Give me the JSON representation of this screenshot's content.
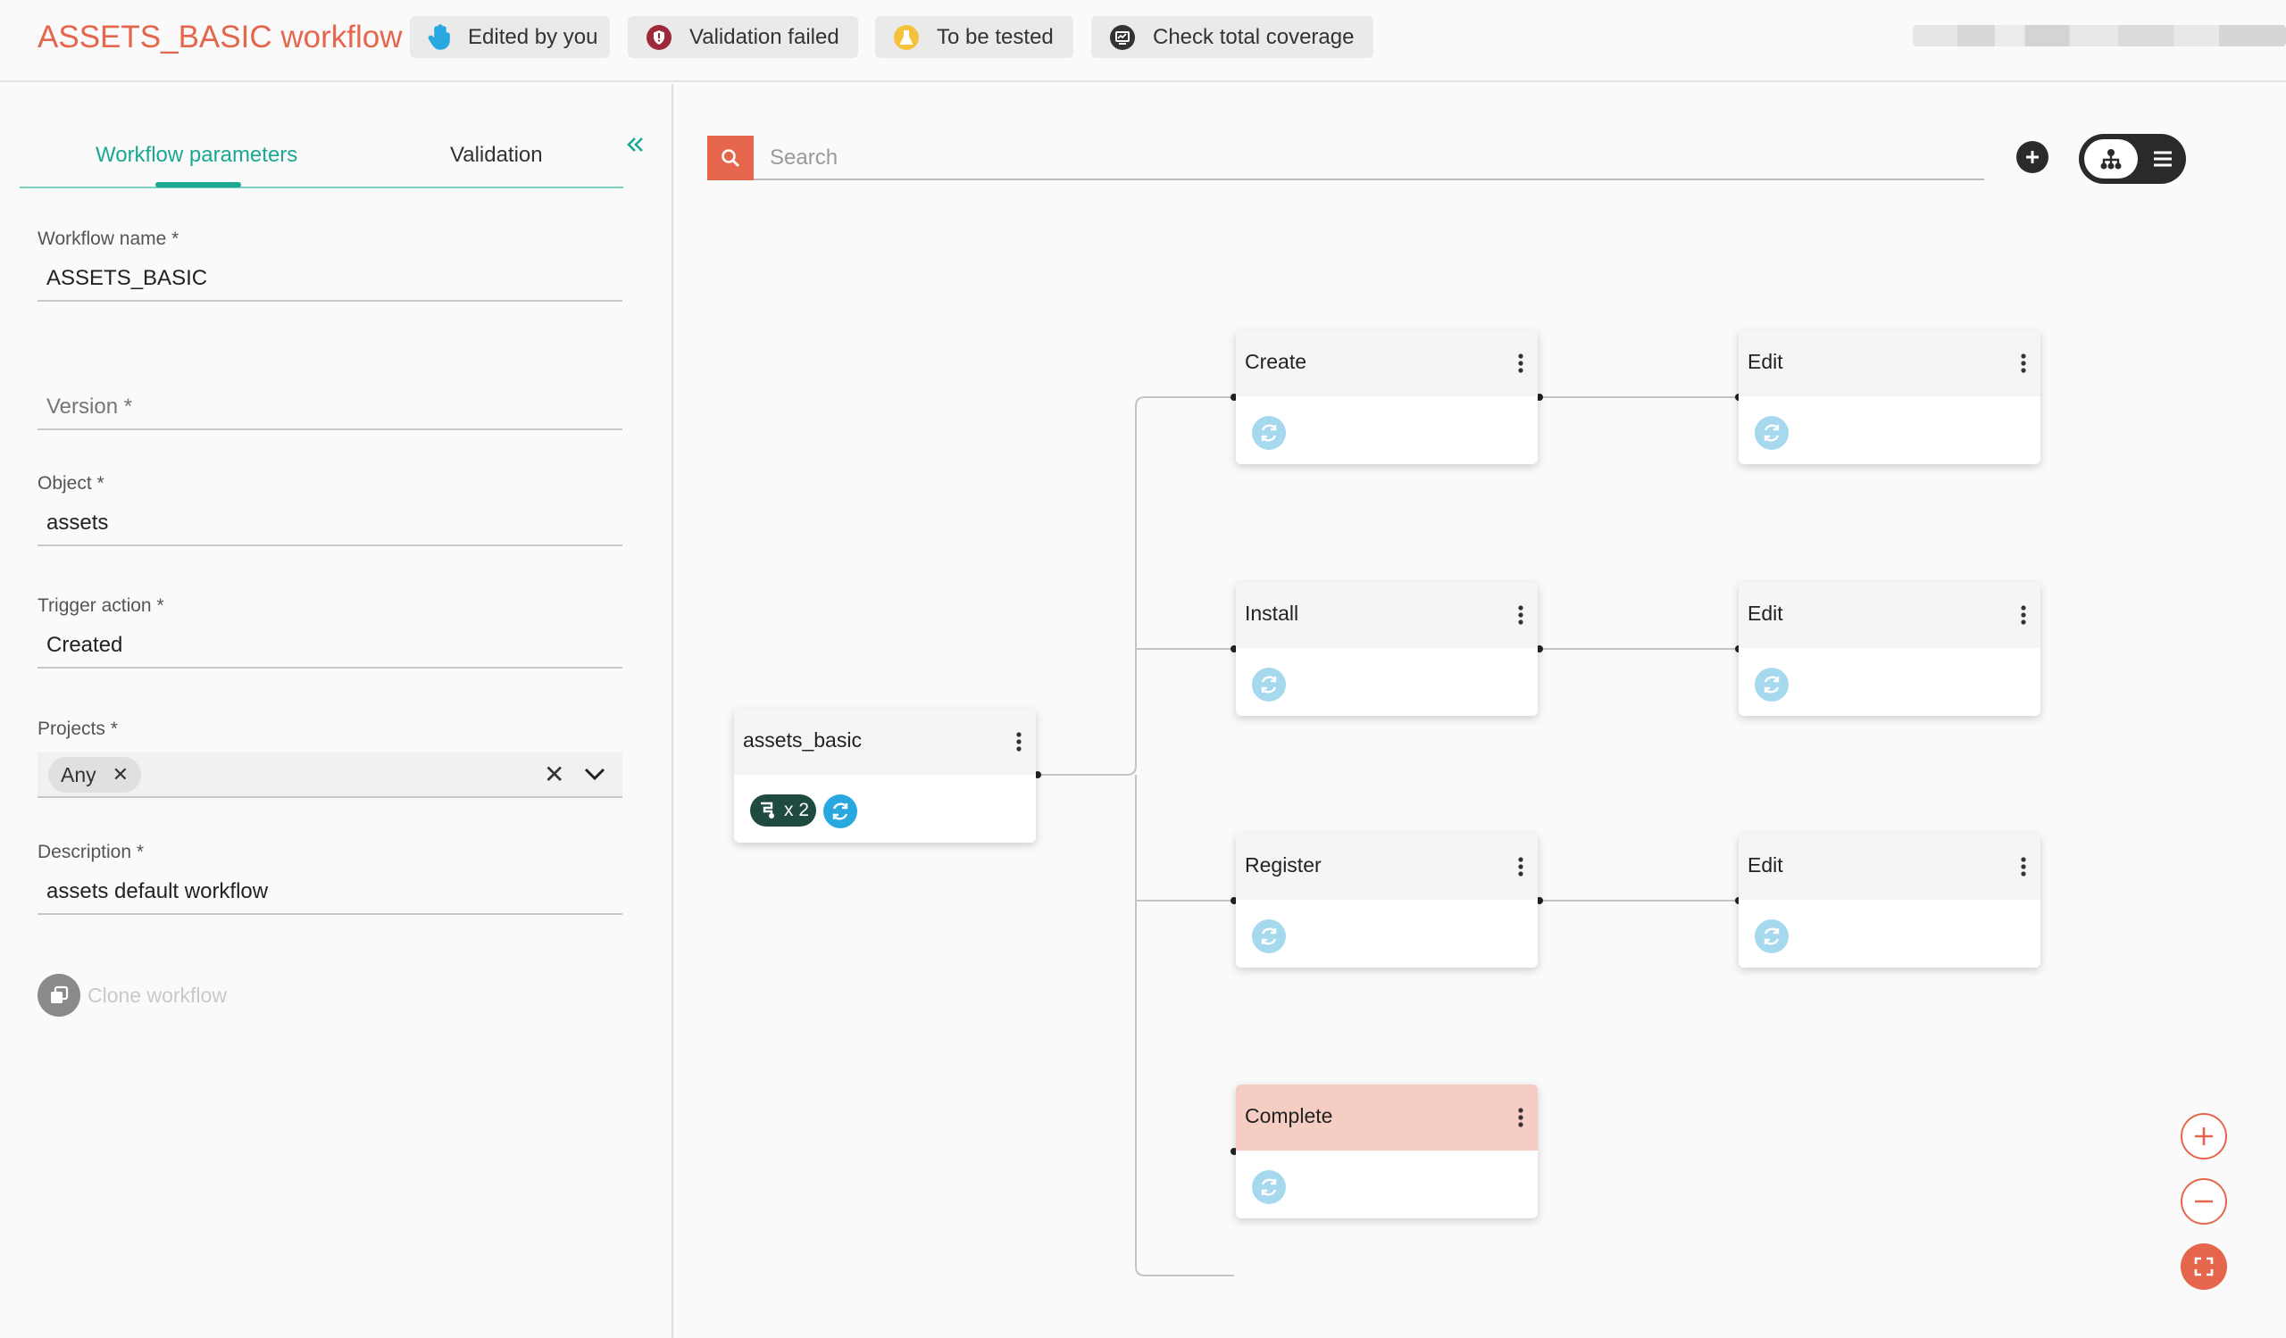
{
  "header": {
    "title": "ASSETS_BASIC workflow",
    "chips": [
      {
        "label": "Edited by you",
        "icon": "hand-icon"
      },
      {
        "label": "Validation failed",
        "icon": "shield-alert-icon"
      },
      {
        "label": "To be tested",
        "icon": "flask-icon"
      },
      {
        "label": "Check total coverage",
        "icon": "coverage-icon"
      }
    ]
  },
  "left_panel": {
    "tabs": [
      {
        "label": "Workflow parameters",
        "active": true
      },
      {
        "label": "Validation",
        "active": false
      }
    ],
    "collapse_icon": "double-chevron-left-icon",
    "fields": {
      "workflow_name": {
        "label": "Workflow name *",
        "value": "ASSETS_BASIC"
      },
      "version": {
        "label": "",
        "value": "",
        "placeholder": "Version *"
      },
      "object": {
        "label": "Object *",
        "value": "assets"
      },
      "trigger_action": {
        "label": "Trigger action *",
        "value": "Created"
      },
      "projects": {
        "label": "Projects *",
        "tags": [
          "Any"
        ]
      },
      "description": {
        "label": "Description *",
        "value": "assets default workflow"
      }
    },
    "clone_label": "Clone workflow"
  },
  "canvas": {
    "search_placeholder": "Search",
    "nodes": {
      "root": {
        "title": "assets_basic",
        "count_label": "x 2"
      },
      "create": {
        "title": "Create"
      },
      "install": {
        "title": "Install"
      },
      "register": {
        "title": "Register"
      },
      "complete": {
        "title": "Complete"
      },
      "edit_1": {
        "title": "Edit"
      },
      "edit_2": {
        "title": "Edit"
      },
      "edit_3": {
        "title": "Edit"
      }
    }
  },
  "colors": {
    "accent": "#e5664c",
    "tab_active": "#1aa893",
    "complete_header": "#f5cdc3",
    "sync_icon": "#a6d8ee"
  }
}
